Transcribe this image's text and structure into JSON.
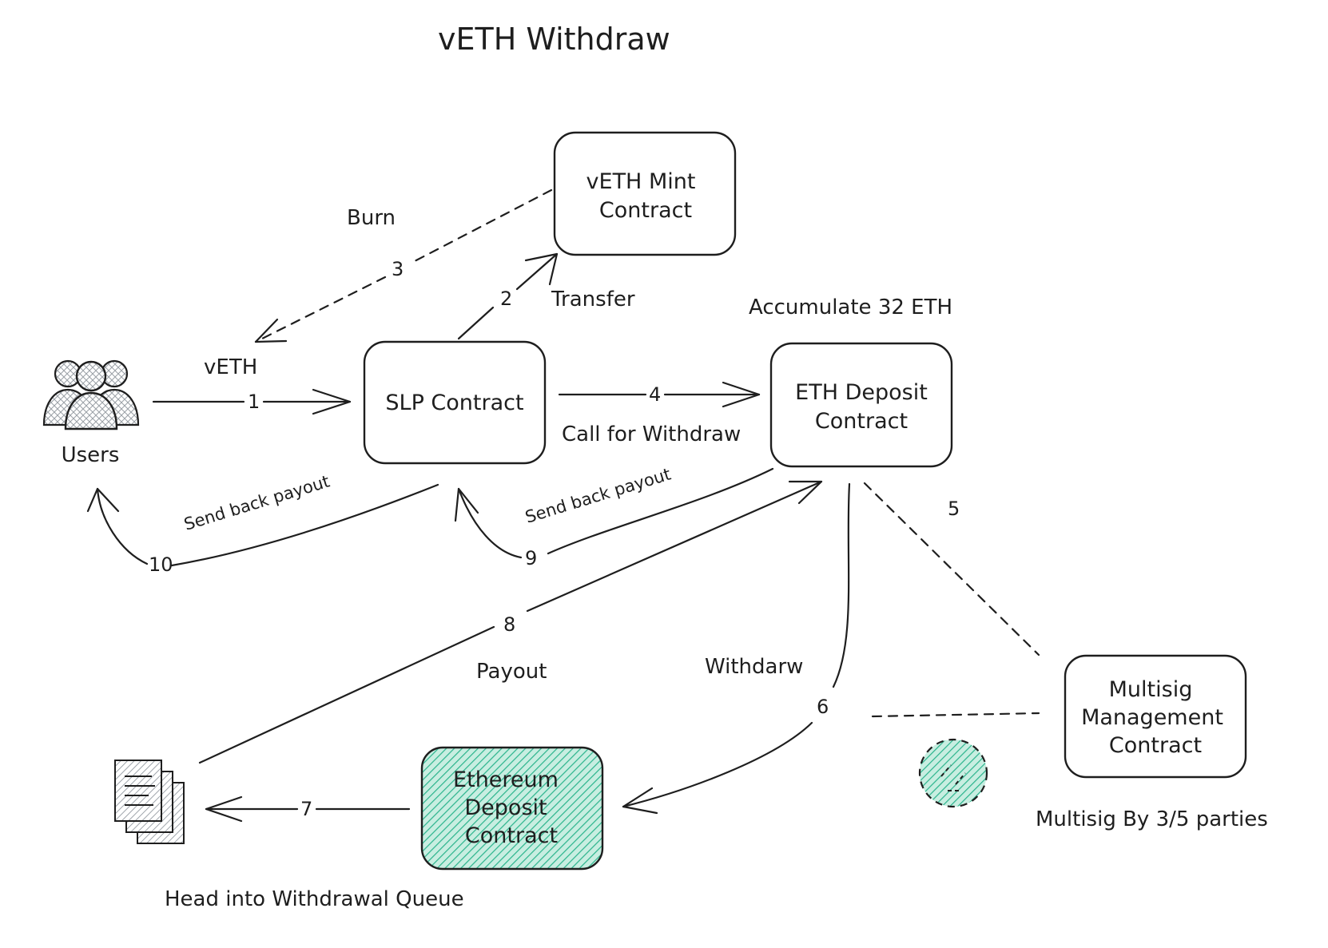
{
  "title": "vETH Withdraw",
  "colors": {
    "stroke": "#1e1e1e",
    "hatch_green": "#2ab48c",
    "fill_green": "#c8eee1",
    "hatch_gray": "#868e96"
  },
  "icons": {
    "users": "users-group-icon",
    "queue": "documents-stack-icon",
    "lock": "dashed-circle-icon"
  },
  "nodes": {
    "mint": {
      "line1": "vETH Mint",
      "line2": "Contract"
    },
    "slp": {
      "line1": "SLP Contract"
    },
    "deposit": {
      "line1": "ETH Deposit",
      "line2": "Contract"
    },
    "multisig": {
      "line1": "Multisig",
      "line2": "Management",
      "line3": "Contract"
    },
    "eth_deposit": {
      "line1": "Ethereum",
      "line2": "Deposit",
      "line3": "Contract"
    },
    "users": "Users",
    "queue": "Head into Withdrawal Queue"
  },
  "labels": {
    "burn": "Burn",
    "transfer": "Transfer",
    "accumulate": "Accumulate 32 ETH",
    "veth": "vETH",
    "call_withdraw": "Call for Withdraw",
    "send_back_1": "Send back payout",
    "send_back_2": "Send back payout",
    "payout": "Payout",
    "withdraw": "Withdarw",
    "multisig_note": "Multisig By 3/5 parties"
  },
  "steps": [
    "1",
    "2",
    "3",
    "4",
    "5",
    "6",
    "7",
    "8",
    "9",
    "10"
  ]
}
